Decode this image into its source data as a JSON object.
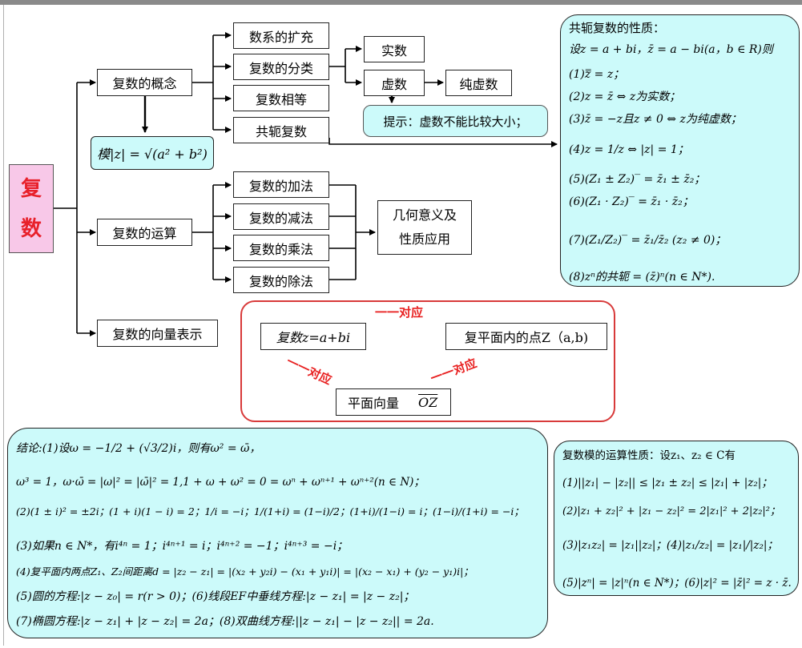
{
  "root": {
    "char1": "复",
    "char2": "数"
  },
  "concept": {
    "label": "复数的概念",
    "children": [
      "数系的扩充",
      "复数的分类",
      "复数相等",
      "共轭复数"
    ],
    "modulus": "模|z| = √(a² + b²)",
    "classification": {
      "real": "实数",
      "imaginary": "虚数",
      "pure": "纯虚数"
    },
    "hint": "提示：虚数不能比较大小；"
  },
  "operations": {
    "label": "复数的运算",
    "children": [
      "复数的加法",
      "复数的减法",
      "复数的乘法",
      "复数的除法"
    ],
    "meaning": [
      "几何意义及",
      "性质应用"
    ]
  },
  "vector": {
    "label": "复数的向量表示",
    "complex_number": "复数z=a+bi",
    "point": "复平面内的点Z（a,b)",
    "plane_vector": "平面向量",
    "oz": "OZ",
    "correspondence": "一一对应"
  },
  "conjugate_properties": {
    "title": "共轭复数的性质：",
    "lines": [
      "设z = a + bi，z̄ = a − bi(a，b ∈ R)则",
      "(1)z̿ = z；",
      "(2)z = z̄ ⇔ z为实数；",
      "(3)z̄ = −z且z ≠ 0 ⇔ z为纯虚数；",
      "(4)z = 1/z ⇔ |z| = 1；",
      "(5)(Z₁ ± Z₂)‾ = z̄₁ ± z̄₂；",
      "(6)(Z₁ · Z₂)‾ = z̄₁ · z̄₂；",
      "(7)(Z₁/Z₂)‾ = z̄₁/z̄₂ (z₂ ≠ 0)；",
      "(8)zⁿ的共轭 = (z̄)ⁿ(n ∈ N*)."
    ]
  },
  "conclusions": {
    "lines": [
      "结论:(1)设ω = −1/2 + (√3/2)i，则有ω² = ω̄，",
      "ω³ = 1，ω·ω̄ = |ω|² = |ω̄|² = 1,1 + ω + ω² = 0 = ωⁿ + ωⁿ⁺¹ + ωⁿ⁺²(n ∈ N)；",
      "(2)(1 ± i)² = ±2i；(1 + i)(1 − i) = 2；1/i = −i；1/(1+i) = (1−i)/2；(1+i)/(1−i) = i；(1−i)/(1+i) = −i；",
      "(3)如果n ∈ N*，有i⁴ⁿ = 1；i⁴ⁿ⁺¹ = i；i⁴ⁿ⁺² = −1；i⁴ⁿ⁺³ = −i；",
      "(4)复平面内两点Z₁、Z₂间距离d = |z₂ − z₁| = |(x₂ + y₂i) − (x₁ + y₁i)| = |(x₂ − x₁) + (y₂ − y₁)i|；",
      "(5)圆的方程:|z − z₀| = r(r > 0)；(6)线段EF中垂线方程:|z − z₁| = |z − z₂|；",
      "(7)椭圆方程:|z − z₁| + |z − z₂| = 2a；(8)双曲线方程:||z − z₁| − |z − z₂|| = 2a."
    ]
  },
  "modulus_properties": {
    "title": "复数模的运算性质：设z₁、z₂ ∈ C有",
    "lines": [
      "(1)||z₁| − |z₂|| ≤ |z₁ ± z₂| ≤ |z₁| + |z₂|；",
      "(2)|z₁ + z₂|² + |z₁ − z₂|² = 2|z₁|² + 2|z₂|²；",
      "(3)|z₁z₂| = |z₁||z₂|；(4)|z₁/z₂| = |z₁|/|z₂|；",
      "(5)|zⁿ| = |z|ⁿ(n ∈ N*)；(6)|z|² = |z̄|² = z · z̄."
    ]
  },
  "colors": {
    "panel_fill": "#ccfafa",
    "root_fill": "#f8c8e8",
    "root_text": "#e8202a",
    "highlight_border": "#d83a3a"
  }
}
